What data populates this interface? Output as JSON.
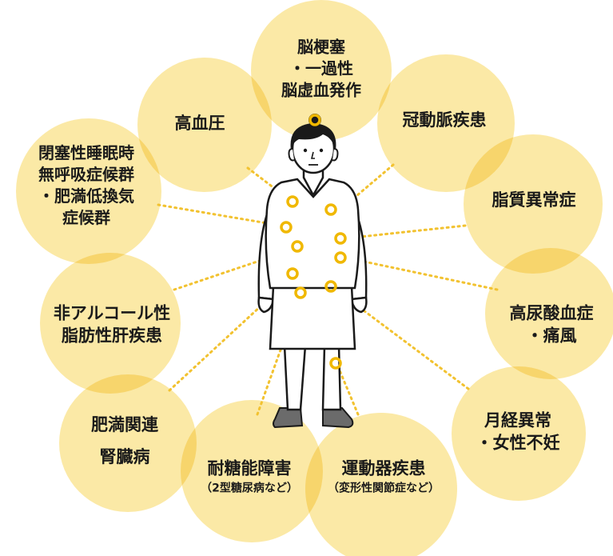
{
  "diagram": {
    "nodes": [
      {
        "id": "stroke",
        "lines": [
          "脳梗塞",
          "・一過性",
          "脳虚血発作"
        ],
        "sub": ""
      },
      {
        "id": "coronary",
        "lines": [
          "冠動脈疾患"
        ],
        "sub": ""
      },
      {
        "id": "dyslipidemia",
        "lines": [
          "脂質異常症"
        ],
        "sub": ""
      },
      {
        "id": "gout",
        "lines": [
          "高尿酸血症",
          "・痛風"
        ],
        "sub": ""
      },
      {
        "id": "menstrual",
        "lines": [
          "月経異常",
          "・女性不妊"
        ],
        "sub": ""
      },
      {
        "id": "locomotor",
        "lines": [
          "運動器疾患"
        ],
        "sub": "（変形性関節症など）"
      },
      {
        "id": "glucose",
        "lines": [
          "耐糖能障害"
        ],
        "sub": "（2型糖尿病など）"
      },
      {
        "id": "kidney",
        "lines": [
          "肥満関連",
          "腎臓病"
        ],
        "sub": ""
      },
      {
        "id": "nafld",
        "lines": [
          "非アルコール性",
          "脂肪性肝疾患"
        ],
        "sub": ""
      },
      {
        "id": "apnea",
        "lines": [
          "閉塞性睡眠時",
          "無呼吸症候群",
          "・肥満低換気",
          "症候群"
        ],
        "sub": ""
      },
      {
        "id": "hypertension",
        "lines": [
          "高血圧"
        ],
        "sub": ""
      }
    ],
    "colors": {
      "circle": "#fbe9a6",
      "dot_line": "#f2c230",
      "ring": "#f0b800",
      "outline": "#1a1a1a",
      "shoe": "#6b6b6b"
    }
  }
}
